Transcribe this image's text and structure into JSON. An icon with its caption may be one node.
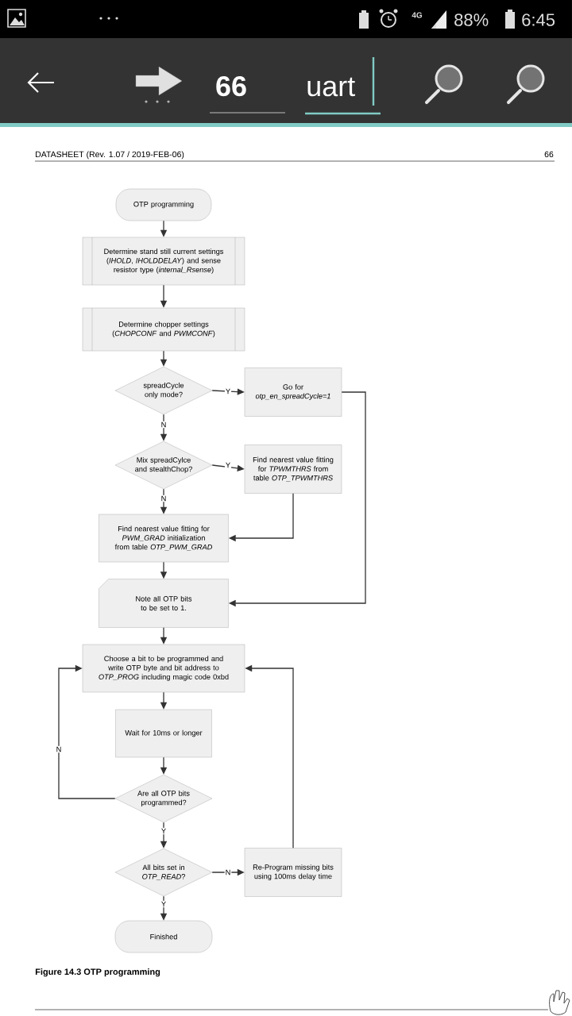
{
  "diagram": {
    "caption": "Figure 14.3 OTP programming",
    "nodes": [
      {
        "text": [
          "OTP programming"
        ]
      },
      {
        "text": [
          "Determine stand still current settings (*IHOLD*, *IHOLDDELAY*) and sense resistor type (*internal_Rsense*)"
        ]
      },
      {
        "text": [
          "Determine chopper settings (*CHOPCONF* and *PWMCONF*)"
        ]
      },
      {
        "text": [
          "spreadCycle only mode?"
        ]
      },
      {
        "text": [
          "Go for *otp_en_spreadCycle=1*"
        ]
      },
      {
        "text": [
          "Mix spreadCylce and stealthChop?"
        ]
      },
      {
        "text": [
          "Find nearest value fitting for *TPWMTHRS* from table *OTP_TPWMTHRS*"
        ]
      },
      {
        "text": [
          "Find nearest value fitting for *PWM_GRAD* initialization from table *OTP_PWM_GRAD*"
        ]
      },
      {
        "text": [
          "Note all OTP bits to be set to 1."
        ]
      },
      {
        "text": [
          "Choose a bit to be programmed and write OTP byte and bit address to *OTP_PROG* including magic code 0xbd"
        ]
      },
      {
        "text": [
          "Wait for 10ms or longer"
        ]
      },
      {
        "text": [
          "Are all OTP bits programmed?"
        ]
      },
      {
        "text": [
          "All bits set in *OTP_READ*?"
        ]
      },
      {
        "text": [
          "Re-Program missing bits using 100ms delay time"
        ]
      },
      {
        "text": [
          "Finished"
        ]
      }
    ],
    "edges": [
      {
        "from": 0,
        "to": 1,
        "arrow": "to"
      },
      {
        "from": 1,
        "to": 2,
        "arrow": "to"
      },
      {
        "from": 2,
        "to": 3,
        "arrow": "to"
      },
      {
        "from": 3,
        "to": 4,
        "arrow": "to",
        "label": "Y"
      },
      {
        "from": 3,
        "to": 5,
        "arrow": "to",
        "label": "N"
      },
      {
        "from": 5,
        "to": 6,
        "arrow": "to",
        "label": "Y"
      },
      {
        "from": 5,
        "to": 7,
        "arrow": "to",
        "label": "N"
      },
      {
        "from": 6,
        "to": 7,
        "arrow": "to"
      },
      {
        "from": 4,
        "to": 8,
        "arrow": "to"
      },
      {
        "from": 7,
        "to": 8,
        "arrow": "to"
      },
      {
        "from": 8,
        "to": 9,
        "arrow": "to"
      },
      {
        "from": 9,
        "to": 10,
        "arrow": "to"
      },
      {
        "from": 10,
        "to": 11,
        "arrow": "to"
      },
      {
        "from": 11,
        "to": 9,
        "arrow": "to",
        "label": "N"
      },
      {
        "from": 11,
        "to": 12,
        "arrow": "to",
        "label": "Y"
      },
      {
        "from": 12,
        "to": 13,
        "arrow": "to",
        "label": "N"
      },
      {
        "from": 12,
        "to": 14,
        "arrow": "to",
        "label": "Y"
      },
      {
        "from": 13,
        "to": 9,
        "arrow": "to"
      }
    ],
    "labels": [
      "4G",
      "88%",
      "6:45",
      "66",
      "uart",
      "DATASHEET (Rev. 1.07 / 2019-FEB-06)",
      "66"
    ]
  }
}
